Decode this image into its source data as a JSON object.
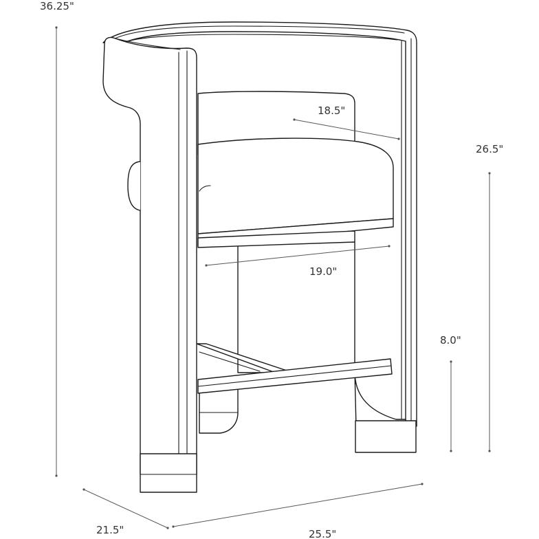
{
  "figure": {
    "subject": "counter-stool-dimension-drawing",
    "colors": {
      "stroke": "#1a1a1a",
      "dimension": "#555555",
      "background": "#ffffff"
    },
    "dimensions": {
      "overall_height": "36.25\"",
      "seat_depth": "18.5\"",
      "seat_height": "26.5\"",
      "seat_width": "19.0\"",
      "footrest_height": "8.0\"",
      "depth": "21.5\"",
      "width": "25.5\""
    }
  }
}
